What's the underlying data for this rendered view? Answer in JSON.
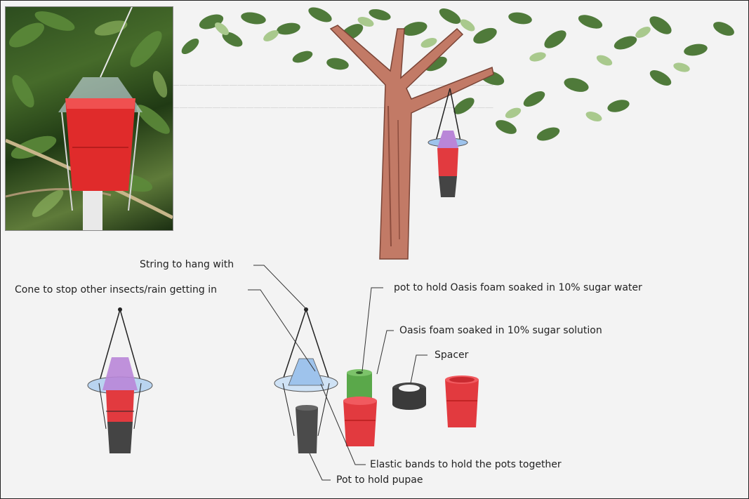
{
  "labels": {
    "string": "String to hang with",
    "cone": "Cone to stop other insects/rain getting in",
    "pot_oasis": "pot to hold Oasis foam soaked in 10% sugar water",
    "oasis_foam": "Oasis foam soaked in 10% sugar solution",
    "spacer": "Spacer",
    "elastic": "Elastic bands to hold the pots together",
    "pupae_pot": "Pot to hold pupae"
  },
  "colors": {
    "pot_red": "#e23a3f",
    "pot_dark": "#444444",
    "cone_blue": "#8fb8e8",
    "foam_green": "#5aa84a",
    "leaf_green": "#4f7a3a",
    "trunk": "#b96d5c"
  },
  "icons": [
    "photo-of-trap-in-field",
    "tree-illustration",
    "assembled-trap",
    "exploded-trap"
  ]
}
